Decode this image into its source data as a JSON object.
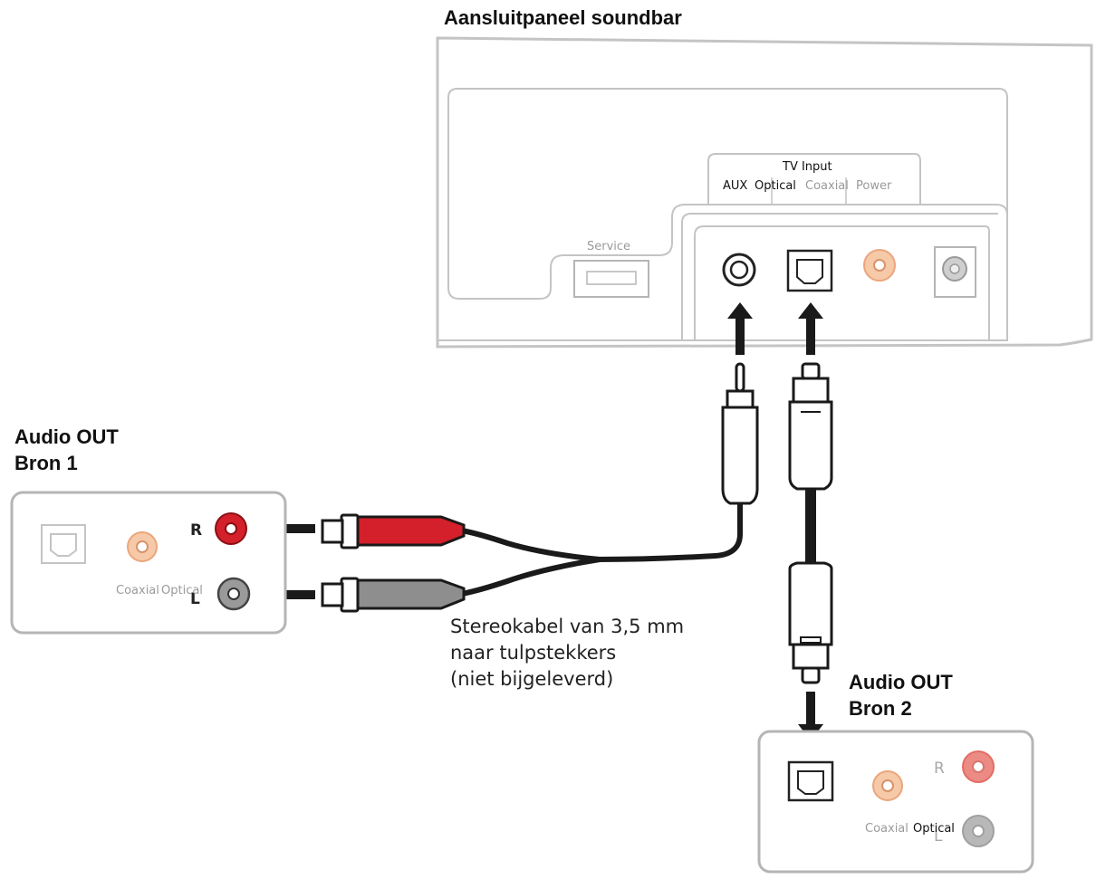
{
  "soundbar": {
    "title": "Aansluitpaneel soundbar",
    "tv_input_label": "TV Input",
    "port_aux": "AUX",
    "port_optical": "Optical",
    "port_coaxial": "Coaxial",
    "port_power": "Power",
    "service_label": "Service"
  },
  "source1": {
    "title_line1": "Audio OUT",
    "title_line2": "Bron 1",
    "label_r": "R",
    "label_l": "L",
    "label_coaxial": "Coaxial",
    "label_optical": "Optical"
  },
  "source2": {
    "title_line1": "Audio OUT",
    "title_line2": "Bron 2",
    "label_r": "R",
    "label_l": "L",
    "label_coaxial": "Coaxial",
    "label_optical": "Optical"
  },
  "cable_caption": {
    "line1": "Stereokabel van 3,5 mm",
    "line2": "naar tulpstekkers",
    "line3": "(niet bijgeleverd)"
  },
  "colors": {
    "rca_red": "#d4202a",
    "rca_grey": "#8e8e8e",
    "coax_orange": "#f6c9a8",
    "outline": "#b5b5b5",
    "cable": "#1a1a1a"
  }
}
